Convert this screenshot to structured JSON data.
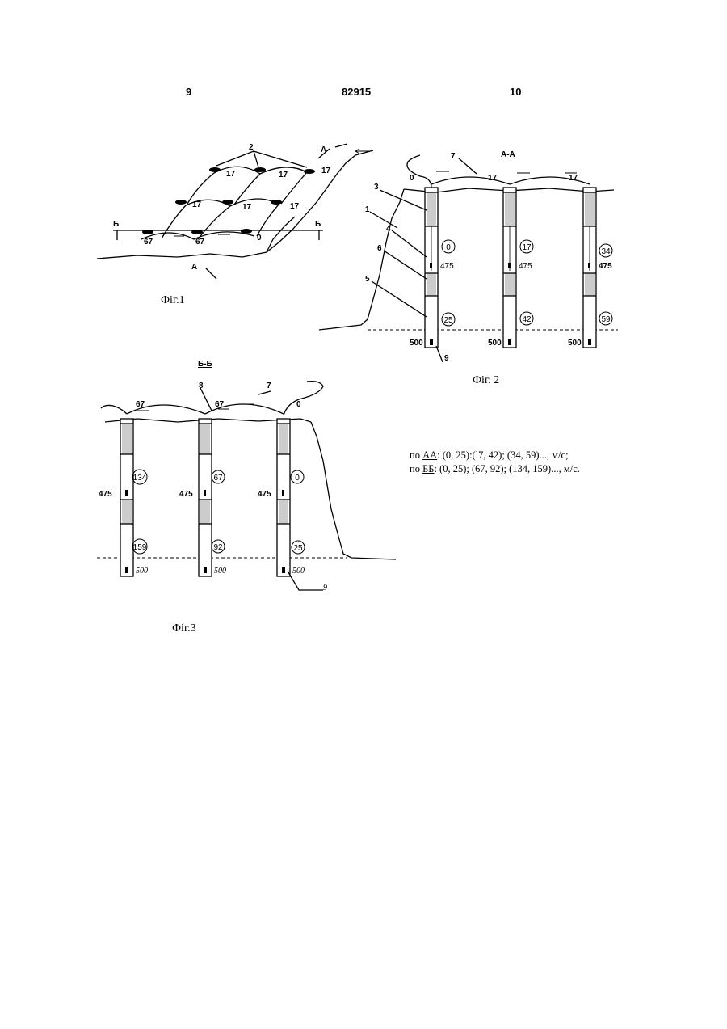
{
  "header": {
    "page_left": "9",
    "patent_number": "82915",
    "page_right": "10"
  },
  "figures": {
    "fig1": {
      "caption": "Фіг.1",
      "label_2": "2",
      "section_a_top": "А",
      "section_a_bottom": "А",
      "section_b_left": "Б",
      "section_b_right": "Б",
      "well_labels": [
        "17",
        "17",
        "17",
        "17",
        "17",
        "17",
        "67",
        "67",
        "0"
      ]
    },
    "fig2": {
      "caption": "Фіг. 2",
      "title": "А-А",
      "pos_1": "1",
      "pos_3": "3",
      "pos_4": "4",
      "pos_5": "5",
      "pos_6": "6",
      "pos_7": "7",
      "pos_9": "9",
      "top_labels": [
        "0",
        "17",
        "17"
      ],
      "upper_circles": [
        "0",
        "17",
        "34"
      ],
      "lower_circles": [
        "25",
        "42",
        "59"
      ],
      "depth_475": "475",
      "depth_500": "500"
    },
    "fig3": {
      "caption": "Фіг.3",
      "title": "Б-Б",
      "pos_7": "7",
      "pos_8": "8",
      "pos_9": "9",
      "top_labels": [
        "67",
        "67",
        "0"
      ],
      "upper_circles": [
        "134",
        "67",
        "0"
      ],
      "lower_circles": [
        "159",
        "92",
        "25"
      ],
      "depth_475": "475",
      "depth_500": "500"
    }
  },
  "legend": {
    "line1_prefix": "по ",
    "line1_section": "АА",
    "line1_values": ": (0, 25):(l7, 42); (34, 59)..., м/с;",
    "line2_prefix": "по ",
    "line2_section": "ББ",
    "line2_values": ": (0, 25); (67, 92); (134, 159)..., м/с."
  }
}
